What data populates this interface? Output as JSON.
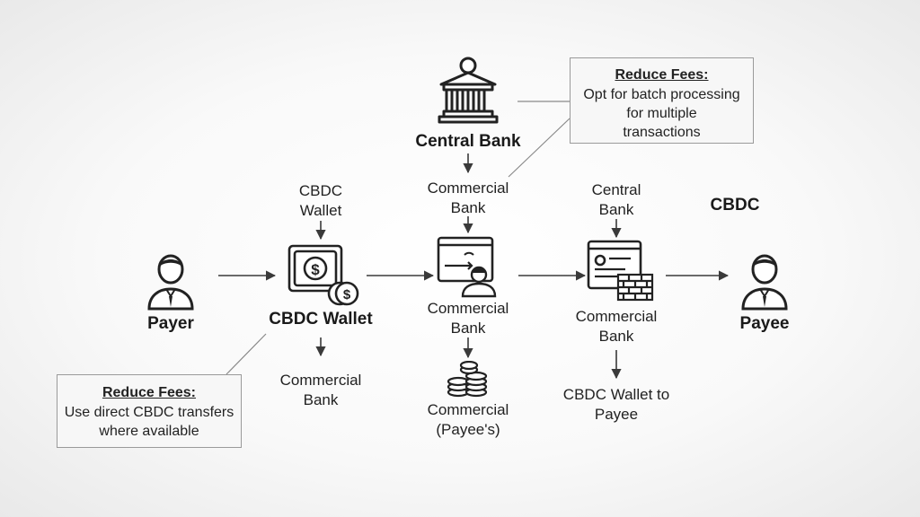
{
  "central_bank": {
    "label": "Central Bank"
  },
  "payer": {
    "label": "Payer"
  },
  "cbdc_wallet": {
    "input_label": "CBDC\nWallet",
    "label": "CBDC Wallet",
    "output_label": "Commercial\nBank"
  },
  "commercial_bank_1": {
    "input_label": "Commercial\nBank",
    "label": "Commercial\nBank",
    "output_label": "Commercial\n(Payee's)"
  },
  "commercial_bank_2": {
    "input_label": "Central\nBank",
    "label": "Commercial\nBank",
    "output_label": "CBDC Wallet to\nPayee"
  },
  "payee": {
    "top_label": "CBDC",
    "label": "Payee"
  },
  "notes": {
    "top": {
      "title": "Reduce Fees:",
      "lines": [
        "Opt for batch processing",
        "for multiple",
        "transactions"
      ]
    },
    "bottom": {
      "title": "Reduce Fees:",
      "lines": [
        "Use direct CBDC transfers",
        "where available"
      ]
    }
  }
}
